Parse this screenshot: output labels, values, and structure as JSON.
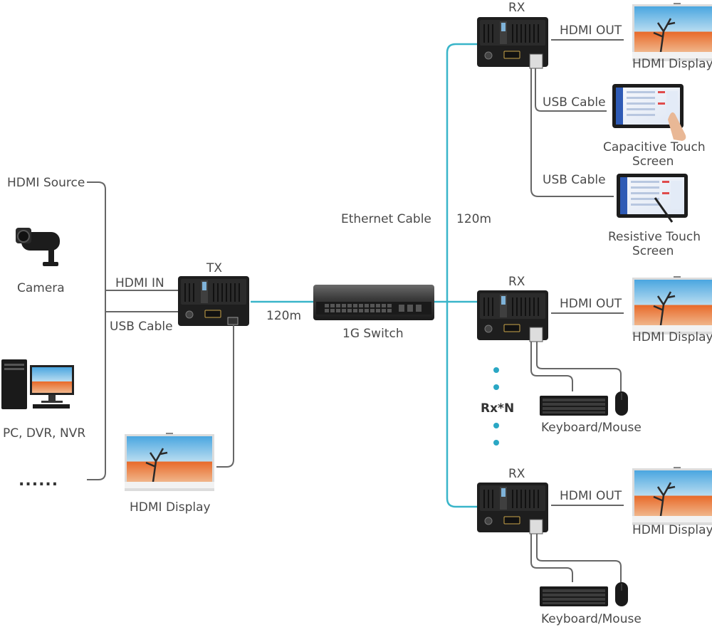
{
  "source_panel": {
    "title": "HDMI Source",
    "camera_label": "Camera",
    "pc_label": "PC, DVR, NVR",
    "more_label": "......"
  },
  "tx": {
    "label": "TX",
    "hdmi_in_label": "HDMI  IN",
    "usb_label": "USB Cable",
    "local_display_label": "HDMI  Display"
  },
  "link": {
    "tx_distance": "120m",
    "switch_label": "1G Switch",
    "ethernet_label": "Ethernet Cable",
    "rx_distance": "120m",
    "rx_count_label": "Rx*N"
  },
  "receivers": [
    {
      "label": "RX",
      "hdmi_out_label": "HDMI  OUT",
      "display_label": "HDMI  Display",
      "usb_label_1": "USB Cable",
      "touch_1_line1": "Capacitive Touch",
      "touch_1_line2": "Screen",
      "usb_label_2": "USB Cable",
      "touch_2_line1": "Resistive Touch",
      "touch_2_line2": "Screen"
    },
    {
      "label": "RX",
      "hdmi_out_label": "HDMI  OUT",
      "display_label": "HDMI  Display",
      "peripheral_label": "Keyboard/Mouse"
    },
    {
      "label": "RX",
      "hdmi_out_label": "HDMI  OUT",
      "display_label": "HDMI  Display",
      "peripheral_label": "Keyboard/Mouse"
    }
  ],
  "colors": {
    "network_line": "#39b5c9",
    "connector_line": "#666666",
    "device_body": "#1e1e1e",
    "dot": "#2aa7c4"
  }
}
